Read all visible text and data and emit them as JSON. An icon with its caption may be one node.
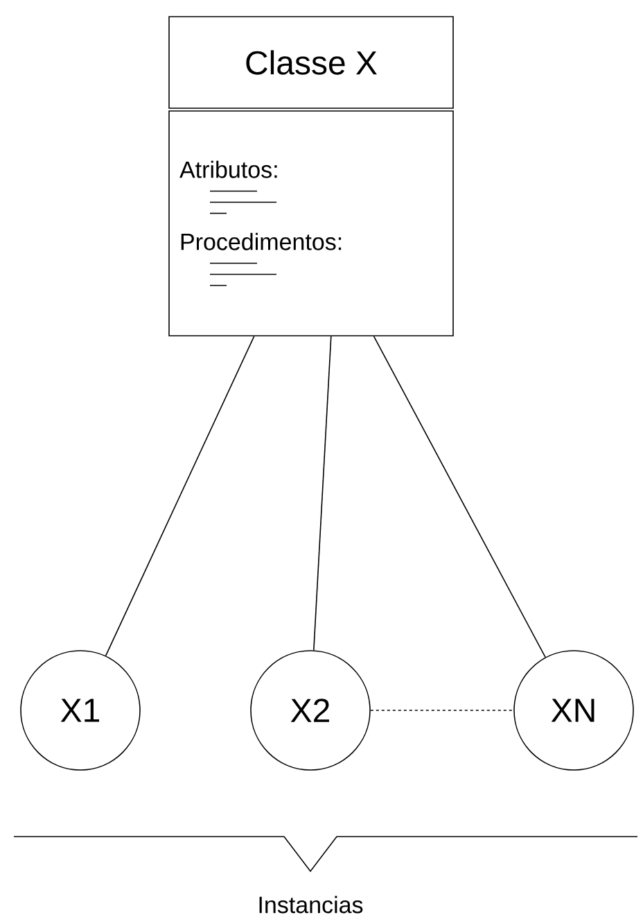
{
  "diagram": {
    "nodes": [
      {
        "text": [
          "Classe X"
        ]
      },
      {
        "text": [
          "Atributos:",
          "Procedimentos:"
        ]
      },
      {
        "text": [
          "X1"
        ]
      },
      {
        "text": [
          "X2"
        ]
      },
      {
        "text": [
          "XN"
        ]
      }
    ],
    "edges": [
      {
        "from": 1,
        "to": 2,
        "arrow": "none"
      },
      {
        "from": 1,
        "to": 3,
        "arrow": "none"
      },
      {
        "from": 1,
        "to": 4,
        "arrow": "none"
      },
      {
        "from": 3,
        "to": 4,
        "arrow": "none",
        "style": "dashed"
      }
    ],
    "labels": [
      "Instancias"
    ]
  }
}
